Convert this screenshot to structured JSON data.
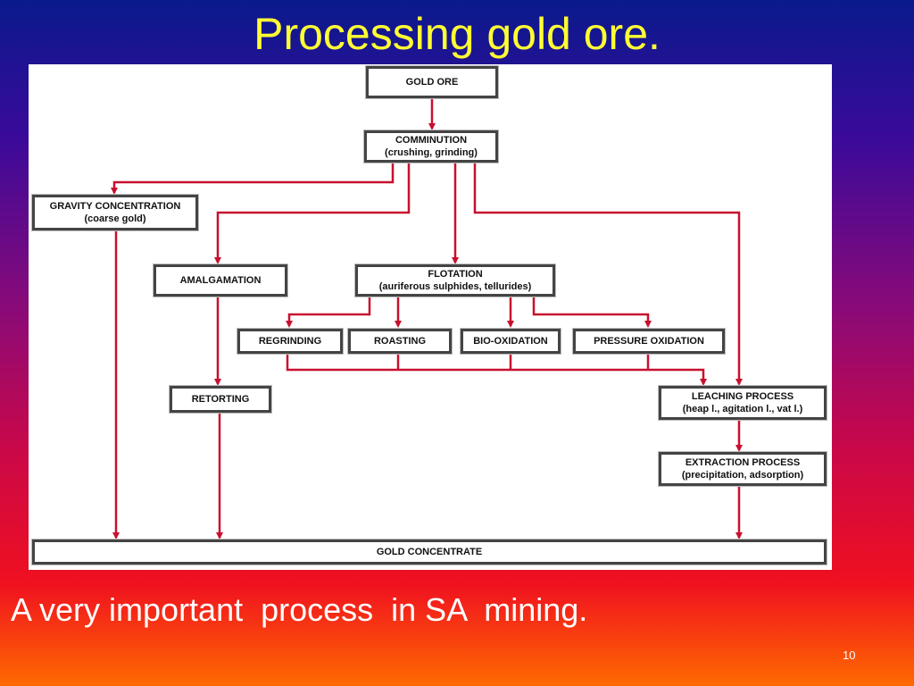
{
  "slide": {
    "title": "Processing gold ore.",
    "caption": "A very important  process  in SA  mining.",
    "page_number": "10"
  },
  "flowchart": {
    "nodes": {
      "gold_ore": {
        "label": "GOLD ORE",
        "sub": ""
      },
      "comminution": {
        "label": "COMMINUTION",
        "sub": "(crushing, grinding)"
      },
      "gravity_concentration": {
        "label": "GRAVITY CONCENTRATION",
        "sub": "(coarse gold)"
      },
      "amalgamation": {
        "label": "AMALGAMATION",
        "sub": ""
      },
      "flotation": {
        "label": "FLOTATION",
        "sub": "(auriferous sulphides, tellurides)"
      },
      "regrinding": {
        "label": "REGRINDING",
        "sub": ""
      },
      "roasting": {
        "label": "ROASTING",
        "sub": ""
      },
      "bio_oxidation": {
        "label": "BIO-OXIDATION",
        "sub": ""
      },
      "pressure_oxidation": {
        "label": "PRESSURE OXIDATION",
        "sub": ""
      },
      "retorting": {
        "label": "RETORTING",
        "sub": ""
      },
      "leaching_process": {
        "label": "LEACHING PROCESS",
        "sub": "(heap l., agitation l., vat l.)"
      },
      "extraction_process": {
        "label": "EXTRACTION PROCESS",
        "sub": "(precipitation, adsorption)"
      },
      "gold_concentrate": {
        "label": "GOLD CONCENTRATE",
        "sub": ""
      }
    },
    "edges": [
      [
        "gold_ore",
        "comminution"
      ],
      [
        "comminution",
        "gravity_concentration"
      ],
      [
        "comminution",
        "amalgamation"
      ],
      [
        "comminution",
        "flotation"
      ],
      [
        "comminution",
        "leaching_process"
      ],
      [
        "flotation",
        "regrinding"
      ],
      [
        "flotation",
        "roasting"
      ],
      [
        "flotation",
        "bio_oxidation"
      ],
      [
        "flotation",
        "pressure_oxidation"
      ],
      [
        "regrinding",
        "leaching_process"
      ],
      [
        "roasting",
        "leaching_process"
      ],
      [
        "bio_oxidation",
        "leaching_process"
      ],
      [
        "pressure_oxidation",
        "leaching_process"
      ],
      [
        "amalgamation",
        "retorting"
      ],
      [
        "retorting",
        "gold_concentrate"
      ],
      [
        "gravity_concentration",
        "gold_concentrate"
      ],
      [
        "leaching_process",
        "extraction_process"
      ],
      [
        "extraction_process",
        "gold_concentrate"
      ]
    ],
    "arrow_color": "#c8102e"
  },
  "colors": {
    "title": "#ffff33",
    "caption": "#ffffff",
    "arrow": "#c8102e",
    "box_border": "#444444"
  }
}
